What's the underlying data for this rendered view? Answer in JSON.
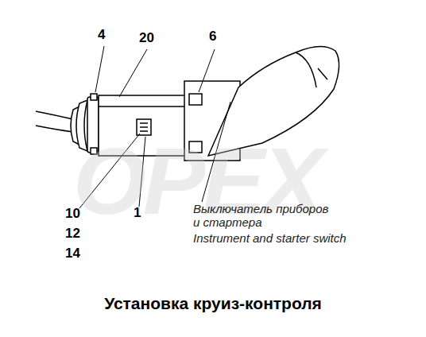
{
  "diagram": {
    "title": "Установка круиз-контроля",
    "labels": [
      "OPEX",
      "4",
      "20",
      "6",
      "10",
      "12",
      "14",
      "1",
      "Выключатель приборов и стартера",
      "Instrument and starter switch"
    ]
  }
}
